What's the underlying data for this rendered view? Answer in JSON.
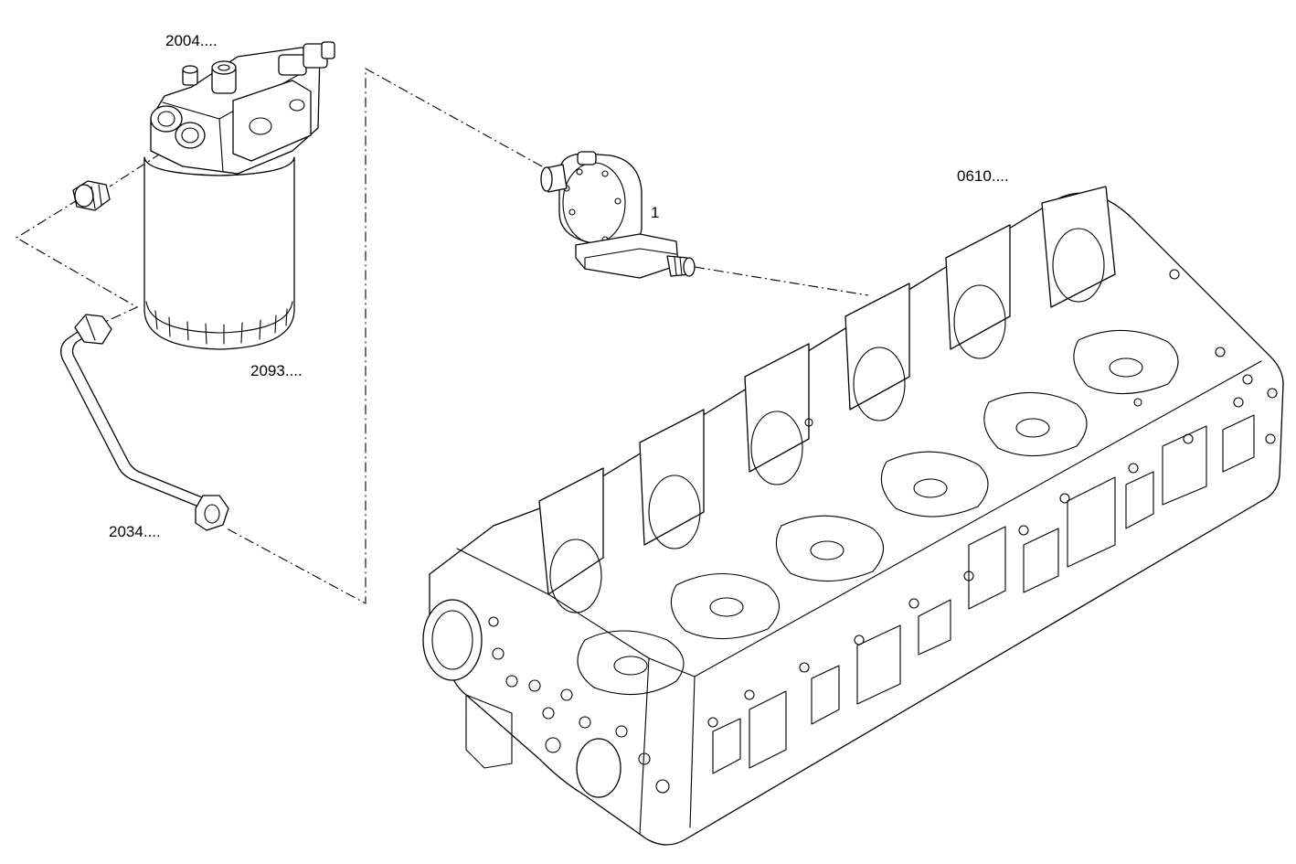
{
  "diagram": {
    "callouts": {
      "filter_head": "2004....",
      "pump": "1",
      "cylinder_head": "0610....",
      "filter_cartridge": "2093....",
      "fuel_pipe": "2034...."
    },
    "colors": {
      "line": "#000000",
      "background": "#ffffff"
    }
  }
}
